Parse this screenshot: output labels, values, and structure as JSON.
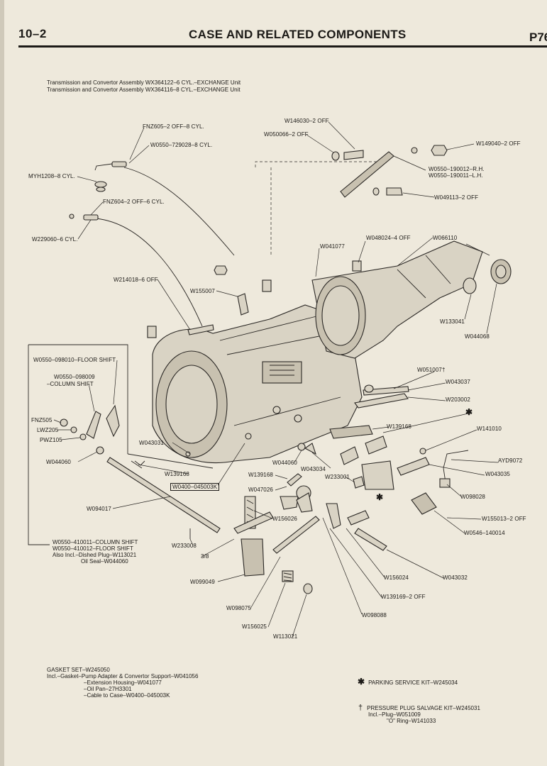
{
  "header": {
    "page_number": "10–2",
    "title": "CASE AND RELATED COMPONENTS",
    "page_code": "P76"
  },
  "assembly": [
    "Transmission and Convertor Assembly WX364122–6 CYL.–EXCHANGE Unit",
    "Transmission and Convertor Assembly WX364116–8 CYL.–EXCHANGE Unit"
  ],
  "labels": {
    "fnz605": "FNZ605–2 OFF–8 CYL.",
    "w0550_729028": "W0550–729028–8 CYL.",
    "myh1208": "MYH1208–8 CYL.",
    "fnz604": "FNZ604–2 OFF–6 CYL.",
    "w229060": "W229060–6 CYL.",
    "w214018": "W214018–6 OFF",
    "w155007": "W155007",
    "w146030": "W146030–2 OFF",
    "w050066": "W050066–2 OFF",
    "w149040": "W149040–2 OFF",
    "w0550_190012": "W0550–190012–R.H.",
    "w0550_190011": "W0550–190011–L.H.",
    "w049113": "W049113–2 OFF",
    "w048024": "W048024–4 OFF",
    "w066110": "W066110",
    "w041077": "W041077",
    "w133041": "W133041",
    "w044068": "W044068",
    "w051007": "W051007",
    "w043037": "W043037",
    "w203002": "W203002",
    "w139168_a": "W139168",
    "w141010": "W141010",
    "ayd9072": "AYD9072",
    "w043035": "W043035",
    "w098028": "W098028",
    "w155013": "W155013–2 OFF",
    "w0546_140014": "W0546–140014",
    "w043032": "W043032",
    "w156024": "W156024",
    "w139169": "W139169–2 OFF",
    "w098088": "W098088",
    "w113021": "W113021",
    "w156025": "W156025",
    "w098075": "W098075",
    "w099049": "W099049",
    "three_eighths": "3/8",
    "w233008": "W233008",
    "w094017": "W094017",
    "w156026": "W156026",
    "w047026": "W047026",
    "w139168_b": "W139168",
    "w139168_c": "W139168",
    "w0400_045003k": "W0400–045003K",
    "w044060_a": "W044060",
    "w044060_b": "W044060",
    "w043034": "W043034",
    "w233001": "W233001",
    "w043031": "W043031",
    "w0550_098010": "W0550–098010–FLOOR SHIFT",
    "w0550_098009": "W0550–098009",
    "column_shift": "–COLUMN SHIFT",
    "fnz505": "FNZ505",
    "lwz205": "LWZ205",
    "pwz105": "PWZ105"
  },
  "shift_rod_note": [
    "W0550–410011–COLUMN SHIFT",
    "W0550–410012–FLOOR SHIFT",
    "Also Incl.–Dished Plug–W113021",
    "Oil Seal–W044060"
  ],
  "gasket_set": [
    "GASKET SET–W245050",
    "Incl.–Gasket–Pump Adapter & Convertor Support–W041056",
    "–Extension Housing–W041077",
    "–Oil Pan–27H3301",
    "–Cable to Case–W0400–045003K"
  ],
  "kits": {
    "parking_symbol": "✱",
    "parking": "PARKING SERVICE KIT–W245034",
    "pressure_symbol": "†",
    "pressure": "PRESSURE PLUG SALVAGE KIT–W245031",
    "pressure_incl_1": "Incl.–Plug–W051009",
    "pressure_incl_2": "\"O\" Ring–W141033"
  },
  "markers": {
    "dagger": "†",
    "asterisk": "✱"
  },
  "colors": {
    "paper": "#eee9dc",
    "ink": "#1c1a17"
  }
}
